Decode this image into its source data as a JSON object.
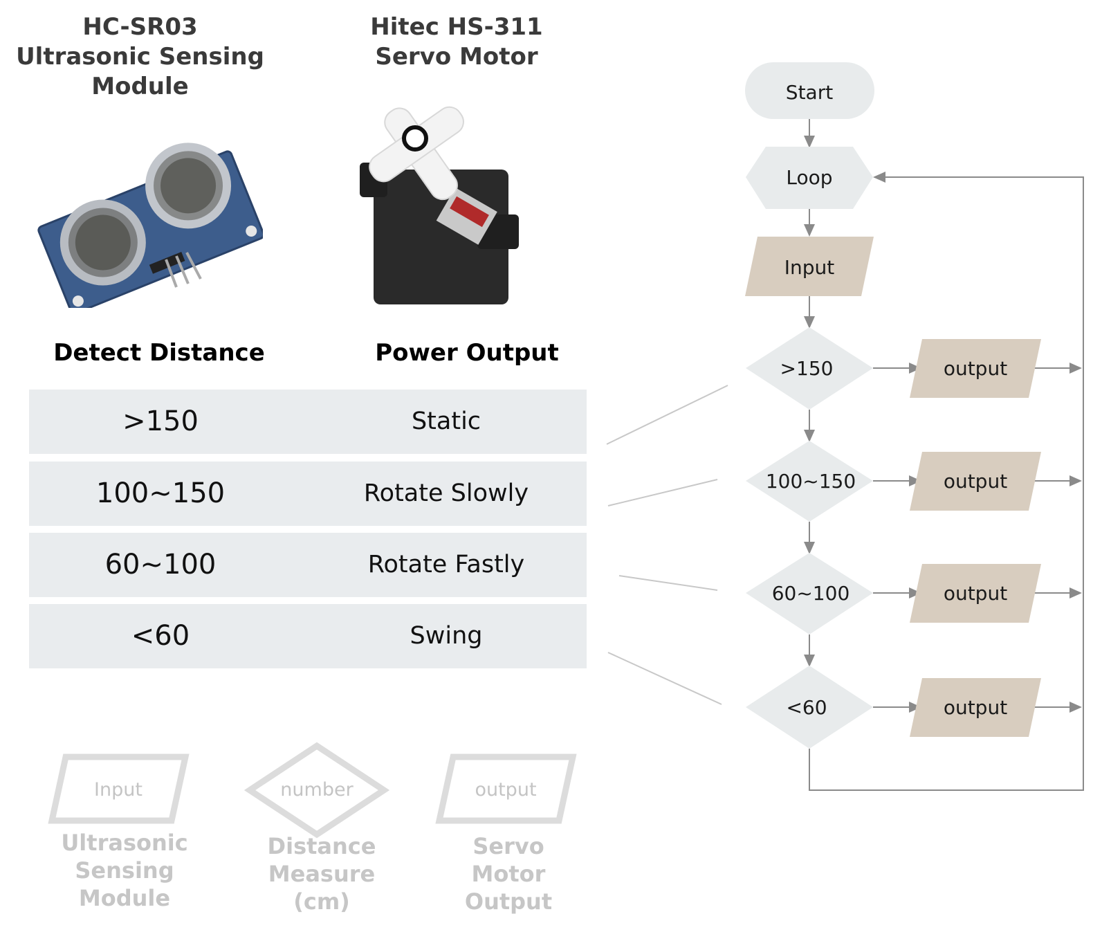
{
  "components": {
    "sensor": {
      "title_lines": [
        "HC-SR03",
        "Ultrasonic Sensing",
        "Module"
      ]
    },
    "servo": {
      "title_lines": [
        "Hitec HS-311",
        "Servo Motor"
      ]
    }
  },
  "table": {
    "headers": {
      "distance": "Detect Distance",
      "output": "Power Output"
    },
    "rows": [
      {
        "distance": ">150",
        "output": "Static"
      },
      {
        "distance": "100~150",
        "output": "Rotate Slowly"
      },
      {
        "distance": "60~100",
        "output": "Rotate Fastly"
      },
      {
        "distance": "<60",
        "output": "Swing"
      }
    ]
  },
  "flowchart": {
    "start": "Start",
    "loop": "Loop",
    "input": "Input",
    "conditions": [
      ">150",
      "100~150",
      "60~100",
      "<60"
    ],
    "output_label": "output"
  },
  "legend": {
    "input_shape": "Input",
    "number_shape": "number",
    "output_shape": "output",
    "input_caption": [
      "Ultrasonic",
      "Sensing",
      "Module"
    ],
    "number_caption": [
      "Distance",
      "Measure",
      "(cm)"
    ],
    "output_caption": [
      "Servo",
      "Motor",
      "Output"
    ]
  },
  "colors": {
    "terminal_fill": "#e8ebec",
    "io_fill": "#d8cdbf",
    "line": "#8a8a8a",
    "table_row": "#e9ecee",
    "legend_gray": "#c6c6c6"
  }
}
